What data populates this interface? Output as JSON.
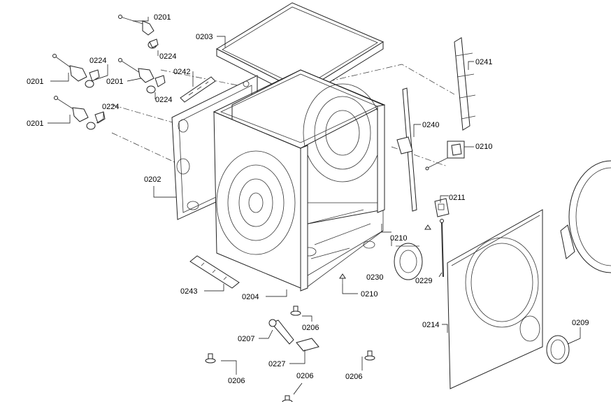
{
  "diagram": {
    "parts": [
      {
        "id": "p0201a",
        "number": "0201"
      },
      {
        "id": "p0224a",
        "number": "0224"
      },
      {
        "id": "p0203",
        "number": "0203"
      },
      {
        "id": "p0224b",
        "number": "0224"
      },
      {
        "id": "p0201b",
        "number": "0201"
      },
      {
        "id": "p0201c",
        "number": "0201"
      },
      {
        "id": "p0242",
        "number": "0242"
      },
      {
        "id": "p0224c",
        "number": "0224"
      },
      {
        "id": "p0224d",
        "number": "0224"
      },
      {
        "id": "p0201d",
        "number": "0201"
      },
      {
        "id": "p0241",
        "number": "0241"
      },
      {
        "id": "p0240",
        "number": "0240"
      },
      {
        "id": "p0210a",
        "number": "0210"
      },
      {
        "id": "p0202",
        "number": "0202"
      },
      {
        "id": "p0211",
        "number": "0211"
      },
      {
        "id": "p0210b",
        "number": "0210"
      },
      {
        "id": "p0230",
        "number": "0230"
      },
      {
        "id": "p0229",
        "number": "0229"
      },
      {
        "id": "p0243",
        "number": "0243"
      },
      {
        "id": "p0204",
        "number": "0204"
      },
      {
        "id": "p0210c",
        "number": "0210"
      },
      {
        "id": "p0206a",
        "number": "0206"
      },
      {
        "id": "p0214",
        "number": "0214"
      },
      {
        "id": "p0209",
        "number": "0209"
      },
      {
        "id": "p0207",
        "number": "0207"
      },
      {
        "id": "p0227",
        "number": "0227"
      },
      {
        "id": "p0206b",
        "number": "0206"
      },
      {
        "id": "p0206c",
        "number": "0206"
      },
      {
        "id": "p0206d",
        "number": "0206"
      }
    ]
  }
}
